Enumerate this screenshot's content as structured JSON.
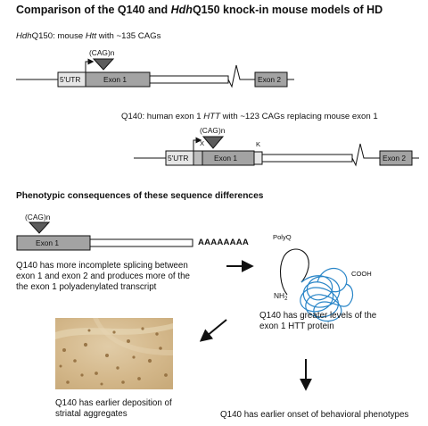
{
  "title": {
    "prefix": "Comparison of the Q140 and ",
    "italic": "Hdh",
    "suffix": "Q150 knock-in mouse models of HD"
  },
  "hdhq150": {
    "caption_italic": "Hdh",
    "caption_mid": "Q150: mouse ",
    "caption_gene": "Htt",
    "caption_end": " with ~135 CAGs",
    "cag_label": "(CAG)n",
    "utr_label": "5'UTR",
    "exon1_label": "Exon 1",
    "exon2_label": "Exon 2"
  },
  "q140": {
    "caption_start": "Q140: human exon 1 ",
    "caption_gene": "HTT",
    "caption_end": " with ~123 CAGs replacing mouse exon 1",
    "cag_label": "(CAG)n",
    "x_mark": "X",
    "k_mark": "K",
    "utr_label": "5'UTR",
    "exon1_label": "Exon 1",
    "exon2_label": "Exon 2"
  },
  "phenotypes": {
    "heading": "Phenotypic consequences of these sequence differences",
    "transcript": {
      "cag_label": "(CAG)n",
      "exon1_label": "Exon 1",
      "polya": "AAAAAAAA"
    },
    "splicing_text": [
      "Q140 has more incomplete splicing between",
      "exon 1 and exon 2 and produces more of the",
      "the exon 1 polyadenylated transcript"
    ],
    "protein": {
      "polyq_label": "PolyQ",
      "nh2_label": "NH",
      "nh2_sub": "2",
      "cooh_label": "COOH",
      "text": [
        "Q140 has greater levels of the",
        "exon 1 HTT protein"
      ]
    },
    "aggregates_text": [
      "Q140 has earlier deposition of",
      "striatal aggregates"
    ],
    "behavior_text": "Q140 has earlier onset of behavioral phenotypes"
  },
  "colors": {
    "exon_fill": "#a3a3a3",
    "utr_fill": "#e6e6e6",
    "protein_blue": "#2a86c8",
    "histology_bg": "#ccaf80"
  }
}
